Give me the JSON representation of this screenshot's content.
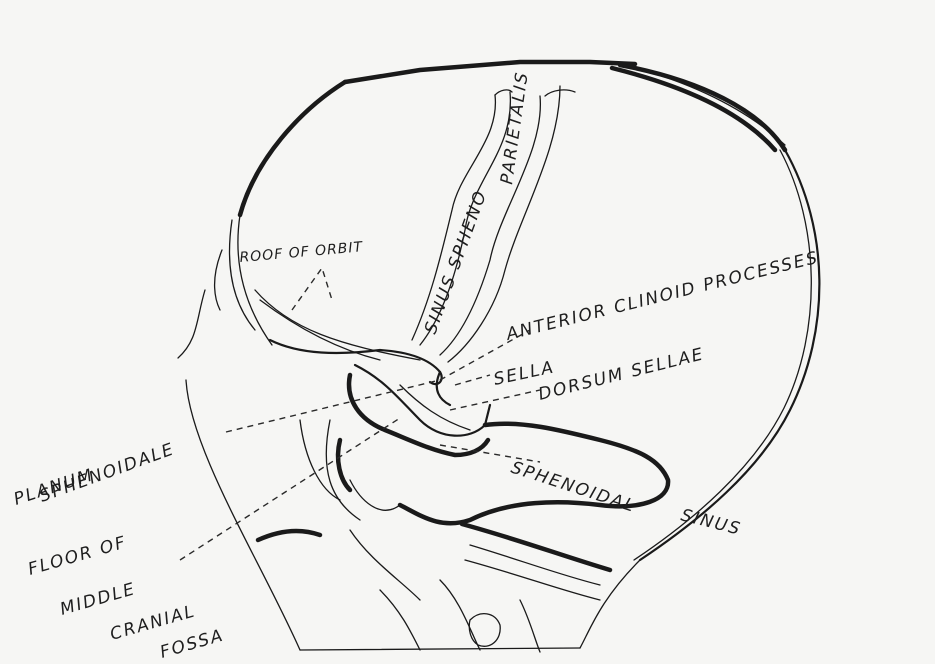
{
  "labels": {
    "parietalis": "PARIETALIS",
    "sinus_spheno": "SINUS SPHENO",
    "roof_of_orbit": "ROOF OF ORBIT",
    "anterior_clinoid": "ANTERIOR CLINOID PROCESSES",
    "dorsum_sellae": "DORSUM SELLAE",
    "sella": "SELLA",
    "planum_line1": "PLANUM",
    "planum_line2": "SPHENOIDALE",
    "sphenoidal_sinus_1": "SPHENOIDAL",
    "sphenoidal_sinus_2": "SINUS",
    "floor_line1": "FLOOR OF",
    "floor_line2": "MIDDLE",
    "floor_line3": "CRANIAL",
    "floor_line4": "FOSSA"
  }
}
